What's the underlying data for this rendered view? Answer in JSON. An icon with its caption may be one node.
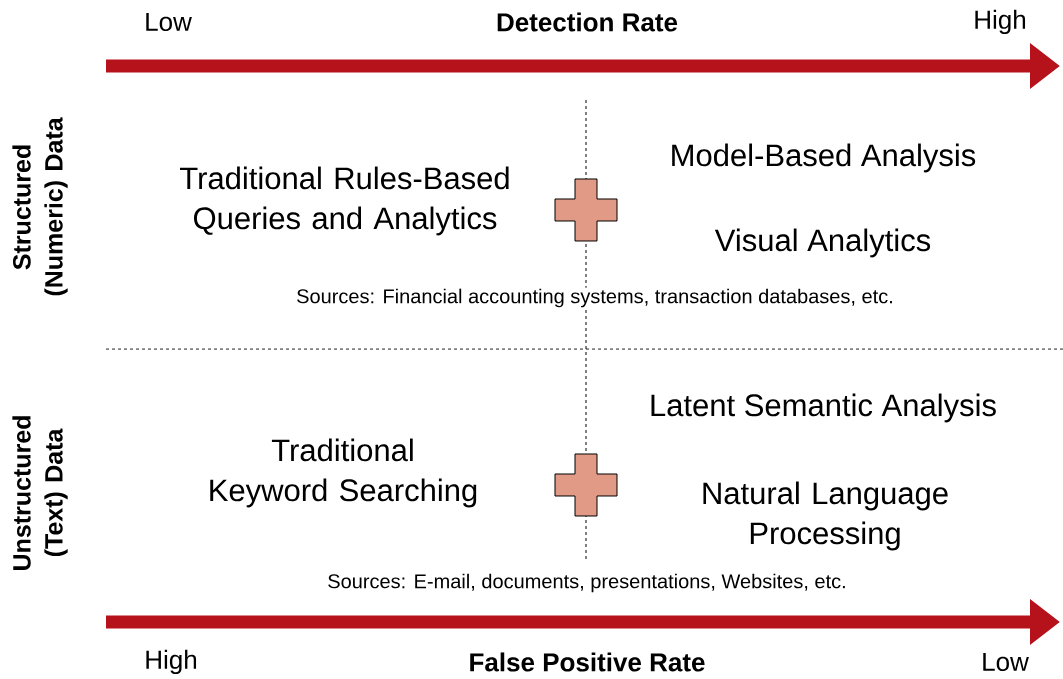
{
  "diagram": {
    "labels": [
      "Low",
      "Detection Rate",
      "High",
      "Structured (Numeric) Data",
      "Model-Based Analysis",
      "Traditional Rules-Based Queries and Analytics",
      "Visual Analytics",
      "Sources: Financial accounting systems, transaction databases, etc.",
      "Unstructured (Text) Data",
      "Latent Semantic Analysis",
      "Traditional Keyword Searching",
      "Natural Language Processing",
      "Sources: E-mail, documents, presentations, Websites, etc.",
      "High",
      "False Positive Rate",
      "Low"
    ]
  }
}
